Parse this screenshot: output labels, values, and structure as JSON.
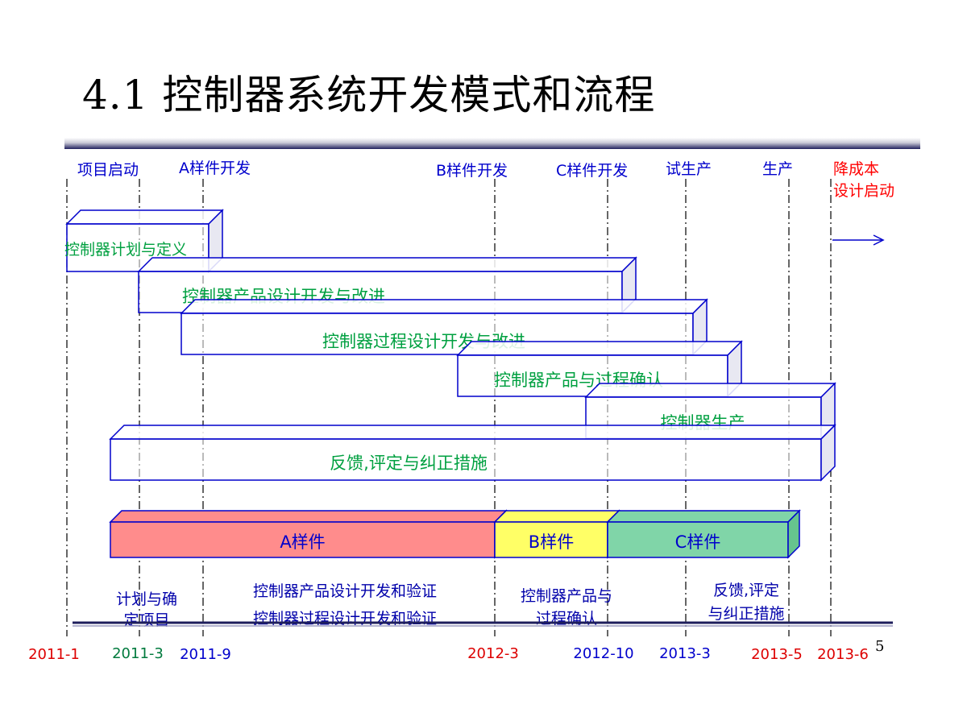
{
  "slide": {
    "title": "4.1 控制器系统开发模式和流程",
    "page_number": "5"
  },
  "milestones": [
    {
      "label": "项目启动",
      "color": "#0000cc"
    },
    {
      "label": "A样件开发",
      "color": "#0000cc"
    },
    {
      "label": "B样件开发",
      "color": "#0000cc"
    },
    {
      "label": "C样件开发",
      "color": "#0000cc"
    },
    {
      "label": "试生产",
      "color": "#0000cc"
    },
    {
      "label": "生产",
      "color": "#0000cc"
    },
    {
      "label": "降成本",
      "color": "#ff0000"
    },
    {
      "label": "设计启动",
      "color": "#ff0000"
    }
  ],
  "phases": [
    {
      "label": "控制器计划与定义"
    },
    {
      "label": "控制器产品设计开发与改进"
    },
    {
      "label": "控制器过程设计开发与改进"
    },
    {
      "label": "控制器产品与过程确认"
    },
    {
      "label": "控制器生产"
    },
    {
      "label": "反馈,评定与纠正措施"
    }
  ],
  "samples": [
    {
      "label": "A样件",
      "color": "#ff8c8c"
    },
    {
      "label": "B样件",
      "color": "#ffff66"
    },
    {
      "label": "C样件",
      "color": "#80d5a8"
    }
  ],
  "activities": [
    {
      "lines": [
        "计划与确",
        "定项目"
      ]
    },
    {
      "lines": [
        "控制器产品设计开发和验证",
        "控制器过程设计开发和验证"
      ]
    },
    {
      "lines": [
        "控制器产品与",
        "过程确认"
      ]
    },
    {
      "lines": [
        "反馈,评定",
        "与纠正措施"
      ]
    }
  ],
  "dates": [
    {
      "label": "2011-1",
      "color": "#dd0000"
    },
    {
      "label": "2011-3",
      "color": "#007a3d"
    },
    {
      "label": "2011-9",
      "color": "#0000cc"
    },
    {
      "label": "2012-3",
      "color": "#dd0000"
    },
    {
      "label": "2012-10",
      "color": "#0000cc"
    },
    {
      "label": "2013-3",
      "color": "#0000cc"
    },
    {
      "label": "2013-5",
      "color": "#dd0000"
    },
    {
      "label": "2013-6",
      "color": "#dd0000"
    }
  ],
  "colors": {
    "bar_outline": "#0000cc",
    "phase_text": "#00a040",
    "sample_text": "#0000cc",
    "activity_text": "#0000aa"
  }
}
